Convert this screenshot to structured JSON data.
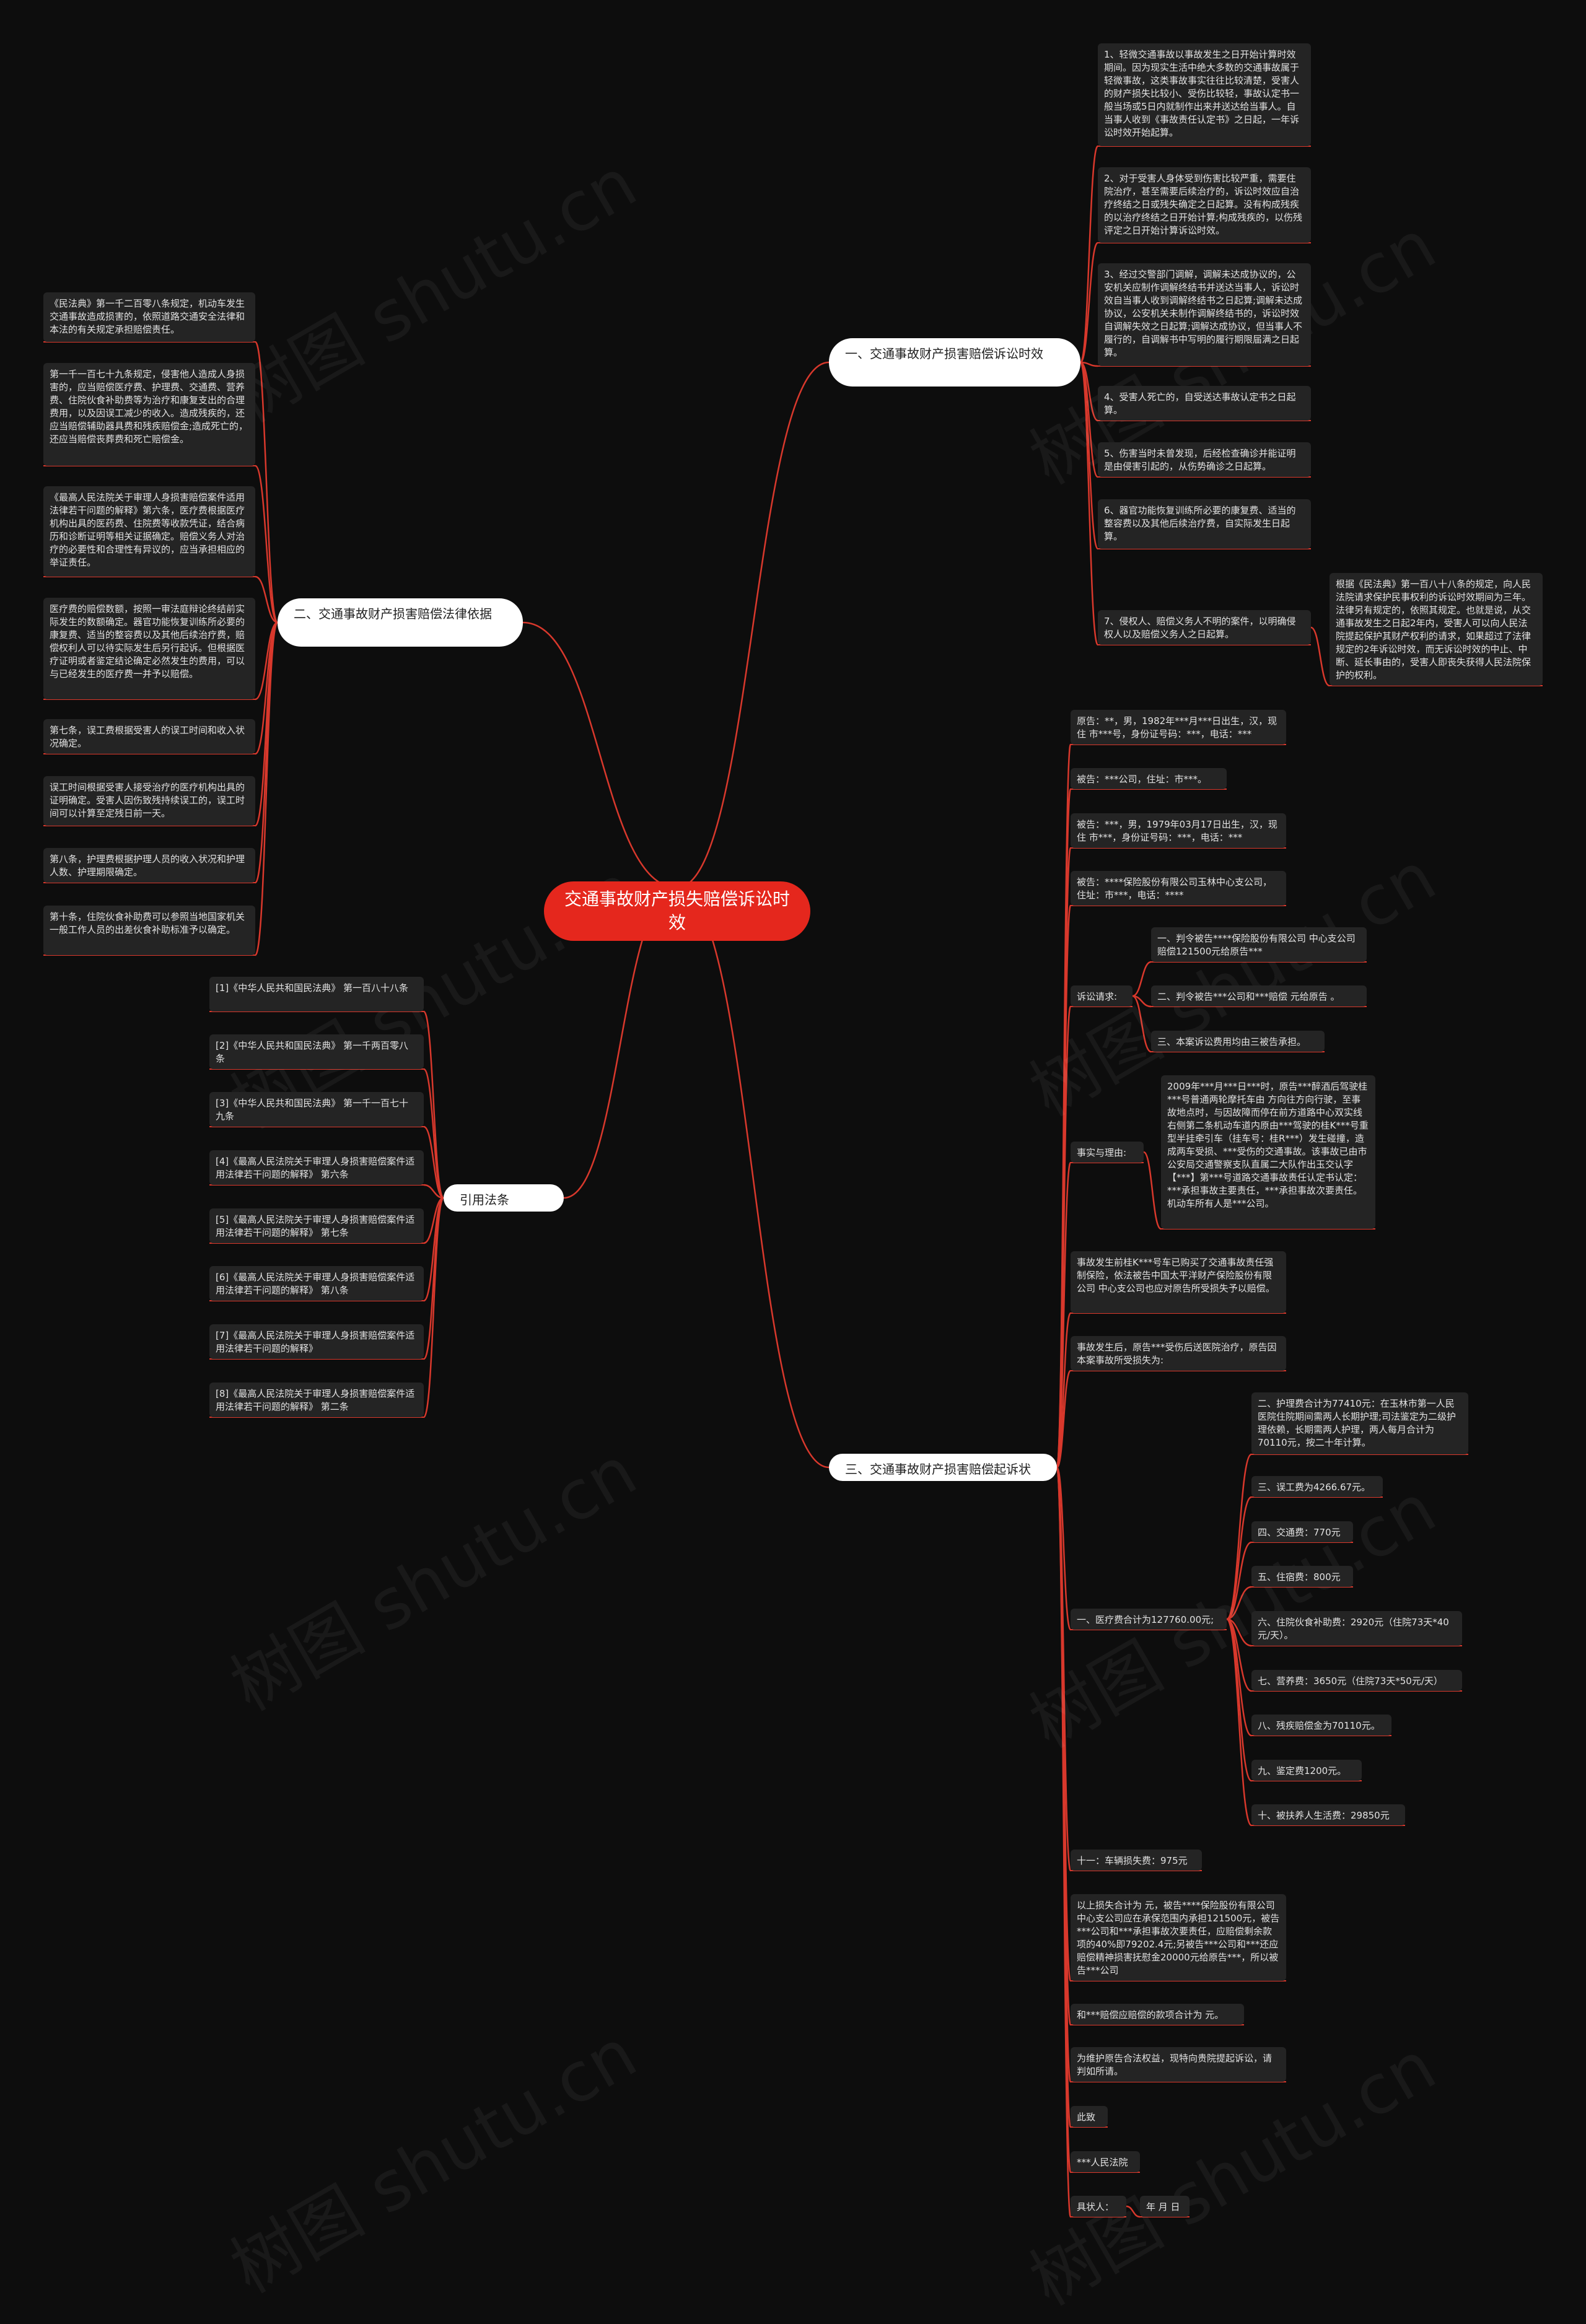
{
  "watermark": "树图 shutu.cn",
  "root": "交通事故财产损失赔偿诉讼时效",
  "branches": {
    "b1": "一、交通事故财产损害赔偿诉讼时效",
    "b2": "二、交通事故财产损害赔偿法律依据",
    "b3": "三、交通事故财产损害赔偿起诉状",
    "b4": "引用法条"
  },
  "b1_items": [
    "1、轻微交通事故以事故发生之日开始计算时效期间。因为现实生活中绝大多数的交通事故属于轻微事故，这类事故事实往往比较清楚，受害人的财产损失比较小、受伤比较轻，事故认定书一般当场或5日内就制作出来并送达给当事人。自当事人收到《事故责任认定书》之日起，一年诉讼时效开始起算。",
    "2、对于受害人身体受到伤害比较严重，需要住院治疗，甚至需要后续治疗的，诉讼时效应自治疗终结之日或残失确定之日起算。没有构成残疾的以治疗终结之日开始计算;构成残疾的，以伤残评定之日开始计算诉讼时效。",
    "3、经过交警部门调解，调解未达成协议的，公安机关应制作调解终结书并送达当事人，诉讼时效自当事人收到调解终结书之日起算;调解未达成协议，公安机关未制作调解终结书的，诉讼时效自调解失效之日起算;调解达成协议，但当事人不履行的，自调解书中写明的履行期限届满之日起算。",
    "4、受害人死亡的，自受送达事故认定书之日起算。",
    "5、伤害当时未曾发现，后经检查确诊并能证明是由侵害引起的，从伤势确诊之日起算。",
    "6、器官功能恢复训练所必要的康复费、适当的整容费以及其他后续治疗费，自实际发生日起算。",
    "7、侵权人、赔偿义务人不明的案件，以明确侵权人以及赔偿义务人之日起算。"
  ],
  "b1_item7_child": "根据《民法典》第一百八十八条的规定，向人民法院请求保护民事权利的诉讼时效期间为三年。法律另有规定的，依照其规定。也就是说，从交通事故发生之日起2年内，受害人可以向人民法院提起保护其财产权利的请求，如果超过了法律规定的2年诉讼时效，而无诉讼时效的中止、中断、延长事由的，受害人即丧失获得人民法院保护的权利。",
  "b2_items": [
    "《民法典》第一千二百零八条规定，机动车发生交通事故造成损害的，依照道路交通安全法律和本法的有关规定承担赔偿责任。",
    "第一千一百七十九条规定，侵害他人造成人身损害的，应当赔偿医疗费、护理费、交通费、营养费、住院伙食补助费等为治疗和康复支出的合理费用，以及因误工减少的收入。造成残疾的，还应当赔偿辅助器具费和残疾赔偿金;造成死亡的，还应当赔偿丧葬费和死亡赔偿金。",
    "《最高人民法院关于审理人身损害赔偿案件适用法律若干问题的解释》第六条，医疗费根据医疗机构出具的医药费、住院费等收款凭证，结合病历和诊断证明等相关证据确定。赔偿义务人对治疗的必要性和合理性有异议的，应当承担相应的举证责任。",
    "医疗费的赔偿数额，按照一审法庭辩论终结前实际发生的数额确定。器官功能恢复训练所必要的康复费、适当的整容费以及其他后续治疗费，赔偿权利人可以待实际发生后另行起诉。但根据医疗证明或者鉴定结论确定必然发生的费用，可以与已经发生的医疗费一并予以赔偿。",
    "第七条，误工费根据受害人的误工时间和收入状况确定。",
    "误工时间根据受害人接受治疗的医疗机构出具的证明确定。受害人因伤致残持续误工的，误工时间可以计算至定残日前一天。",
    "第八条，护理费根据护理人员的收入状况和护理人数、护理期限确定。",
    "第十条，住院伙食补助费可以参照当地国家机关一般工作人员的出差伙食补助标准予以确定。"
  ],
  "b4_items": [
    "[1]《中华人民共和国民法典》 第一百八十八条",
    "[2]《中华人民共和国民法典》 第一千两百零八条",
    "[3]《中华人民共和国民法典》 第一千一百七十九条",
    "[4]《最高人民法院关于审理人身损害赔偿案件适用法律若干问题的解释》 第六条",
    "[5]《最高人民法院关于审理人身损害赔偿案件适用法律若干问题的解释》 第七条",
    "[6]《最高人民法院关于审理人身损害赔偿案件适用法律若干问题的解释》 第八条",
    "[7]《最高人民法院关于审理人身损害赔偿案件适用法律若干问题的解释》",
    "[8]《最高人民法院关于审理人身损害赔偿案件适用法律若干问题的解释》 第二条"
  ],
  "b3": {
    "plaintiff": "原告：**，男，1982年***月***日出生，汉，现住 市***号，身份证号码：***，电话：***",
    "defendant1": "被告：***公司，住址：市***。",
    "defendant2": "被告：***，男，1979年03月17日出生，汉，现住 市***，身份证号码：***，电话：***",
    "defendant3": "被告：****保险股份有限公司玉林中心支公司，住址：市***，电话：****",
    "claims_label": "诉讼请求:",
    "claims": [
      "一、判令被告****保险股份有限公司 中心支公司赔偿121500元给原告***",
      "二、判令被告***公司和***赔偿 元给原告 。",
      "三、本案诉讼费用均由三被告承担。"
    ],
    "facts_label": "事实与理由:",
    "facts": "2009年***月***日***时，原告***醉酒后驾驶桂***号普通两轮摩托车由 方向往方向行驶，至事故地点时，与因故障而停在前方道路中心双实线右侧第二条机动车道内原由***驾驶的桂K***号重型半挂牵引车（挂车号：桂R***）发生碰撞，造成两车受损、***受伤的交通事故。该事故已由市公安局交通警察支队直属二大队作出玉交认字【***】第***号道路交通事故责任认定书认定：***承担事故主要责任，***承担事故次要责任。机动车所有人是***公司。",
    "insurance": "事故发生前桂K***号车已购买了交通事故责任强制保险，依法被告中国太平洋财产保险股份有限公司 中心支公司也应对原告所受损失予以赔偿。",
    "after": "事故发生后，原告***受伤后送医院治疗，原告因本案事故所受损失为:",
    "medical_label": "一、医疗费合计为127760.00元;",
    "costs": [
      "二、护理费合计为77410元：在玉林市第一人民医院住院期间需两人长期护理;司法鉴定为二级护理依赖，长期需两人护理，两人每月合计为70110元，按二十年计算。",
      "三、误工费为4266.67元。",
      "四、交通费：770元",
      "五、住宿费：800元",
      "六、住院伙食补助费：2920元（住院73天*40元/天）。",
      "七、营养费：3650元（住院73天*50元/天）",
      "八、残疾赔偿金为70110元。",
      "九、鉴定费1200元。",
      "十、被扶养人生活费：29850元"
    ],
    "vehicle": "十一：车辆损失费：975元",
    "summary": "以上损失合计为 元，被告****保险股份有限公司中心支公司应在承保范围内承担121500元，被告***公司和***承担事故次要责任，应赔偿剩余款项的40%即79202.4元;另被告***公司和***还应赔偿精神损害抚慰金20000元给原告***，所以被告***公司",
    "and": "和***赔偿应赔偿的款项合计为 元。",
    "protect": "为维护原告合法权益，现特向贵院提起诉讼，请判如所请。",
    "this": "此致",
    "court": "***人民法院",
    "signer_label": "具状人：",
    "date": "年 月 日"
  }
}
